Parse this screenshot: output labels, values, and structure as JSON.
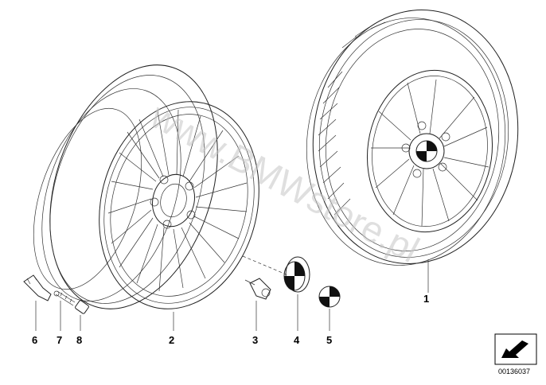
{
  "watermark": "www.BMWstore.pl",
  "document_number": "00136037",
  "callouts": {
    "c1": "1",
    "c2": "2",
    "c3": "3",
    "c4": "4",
    "c5": "5",
    "c6": "6",
    "c7": "7",
    "c8": "8"
  },
  "colors": {
    "line": "#222222",
    "watermark": "#c4c4c4",
    "background": "#ffffff"
  },
  "icons": {
    "orientation": "arrow-icon"
  }
}
